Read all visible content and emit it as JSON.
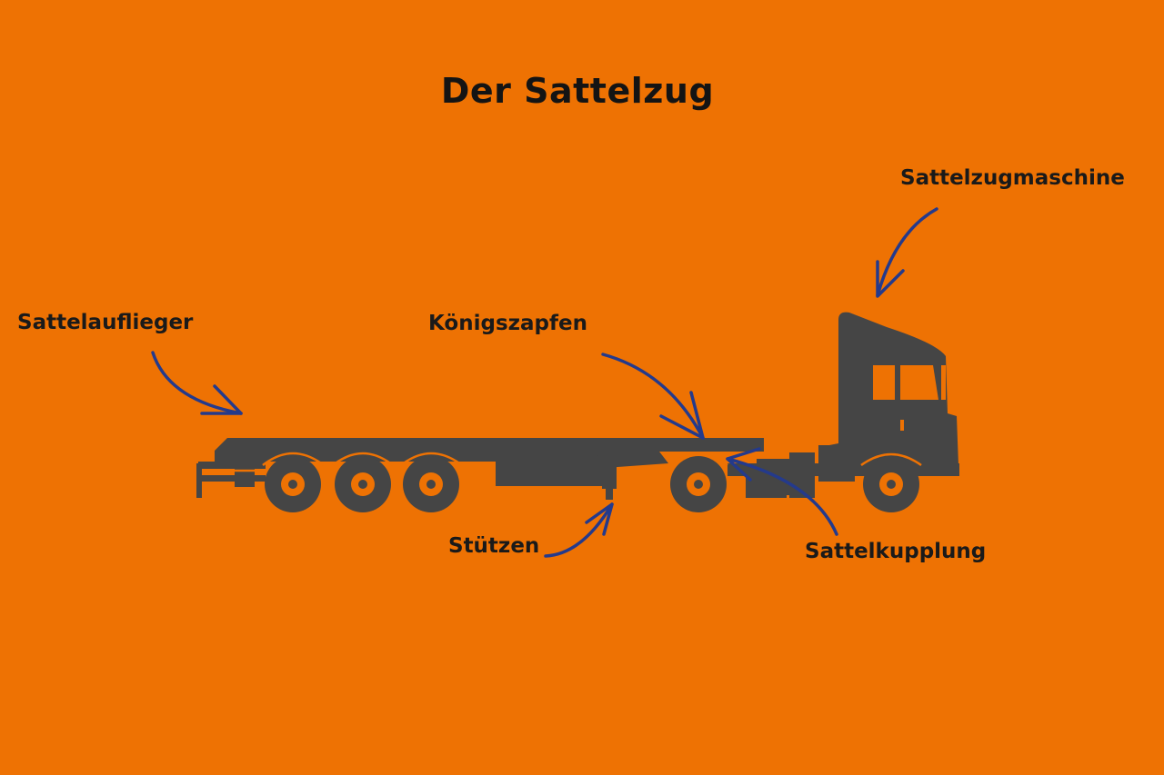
{
  "title": "Der Sattelzug",
  "labels": {
    "tractor": "Sattelzugmaschine",
    "trailer": "Sattelauflieger",
    "kingpin": "Königszapfen",
    "support_legs": "Stützen",
    "fifth_wheel": "Sattelkupplung"
  },
  "colors": {
    "background": "#EE7203",
    "truck": "#454545",
    "arrow": "#243A8C",
    "text": "#1a1a1a"
  }
}
